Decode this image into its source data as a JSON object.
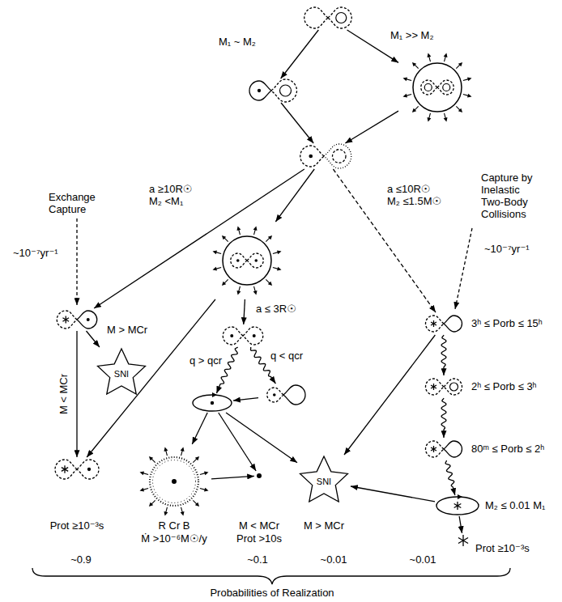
{
  "diagram": {
    "nodes": [
      {
        "text": []
      },
      {
        "text": []
      },
      {
        "text": []
      },
      {
        "text": []
      },
      {
        "text": []
      },
      {
        "text": []
      },
      {
        "text": []
      },
      {
        "text": [
          "3ʰ ≤ Porb ≤ 15ʰ"
        ]
      },
      {
        "text": [
          "SNI"
        ]
      },
      {
        "text": []
      },
      {
        "text": []
      },
      {
        "text": [
          "2ʰ ≤ Porb ≤ 3ʰ"
        ]
      },
      {
        "text": [
          "Prot ≥10⁻³s"
        ]
      },
      {
        "text": [
          "80ᵐ ≤ Porb ≤ 2ʰ"
        ]
      },
      {
        "text": [
          "R Cr B",
          "Ṁ >10⁻⁶M☉/y"
        ]
      },
      {
        "text": [
          "M < MCr",
          "Prot >10s"
        ]
      },
      {
        "text": [
          "SNI",
          "M > MCr"
        ]
      },
      {
        "text": [
          "M₂ ≤ 0.01 M₁"
        ]
      },
      {
        "text": [
          "Prot ≥10⁻³s"
        ]
      }
    ],
    "edges": [
      {
        "from": 0,
        "to": 1,
        "arrow": "to",
        "label": "M₁ ~ M₂"
      },
      {
        "from": 0,
        "to": 2,
        "arrow": "to",
        "label": "M₁ >> M₂"
      },
      {
        "from": 1,
        "to": 3,
        "arrow": "to"
      },
      {
        "from": 2,
        "to": 3,
        "arrow": "to"
      },
      {
        "from": 3,
        "to": 5,
        "arrow": "to",
        "label": "a ≥10R☉ M₂ <M₁"
      },
      {
        "from": 3,
        "to": 4,
        "arrow": "to"
      },
      {
        "from": 3,
        "to": 7,
        "arrow": "to",
        "label": "a ≤10R☉ M₂ ≤1.5M☉"
      },
      {
        "from": 5,
        "to": 8,
        "arrow": "to",
        "label": "M > MCr"
      },
      {
        "from": 5,
        "to": 12,
        "arrow": "to",
        "label": "M < MCr"
      },
      {
        "from": 4,
        "to": 12,
        "arrow": "to"
      },
      {
        "from": 4,
        "to": 6,
        "arrow": "to",
        "label": "a ≤ 3R☉"
      },
      {
        "from": 6,
        "to": 9,
        "arrow": "to",
        "label": "q > qcr"
      },
      {
        "from": 6,
        "to": 10,
        "arrow": "to",
        "label": "q < qcr"
      },
      {
        "from": 10,
        "to": 9,
        "arrow": "to"
      },
      {
        "from": 9,
        "to": 14,
        "arrow": "to"
      },
      {
        "from": 9,
        "to": 15,
        "arrow": "to"
      },
      {
        "from": 9,
        "to": 16,
        "arrow": "to"
      },
      {
        "from": 14,
        "to": 15,
        "arrow": "to"
      },
      {
        "from": 7,
        "to": 16,
        "arrow": "to"
      },
      {
        "from": 7,
        "to": 11,
        "arrow": "to"
      },
      {
        "from": 11,
        "to": 13,
        "arrow": "to"
      },
      {
        "from": 13,
        "to": 17,
        "arrow": "to"
      },
      {
        "from": 17,
        "to": 16,
        "arrow": "to"
      },
      {
        "from": 17,
        "to": 18,
        "arrow": "to"
      }
    ],
    "labels": [
      "Exchange Capture",
      "~10⁻⁷yr⁻¹",
      "Capture by Inelastic Two-Body Collisions",
      "~10⁻⁷yr⁻¹",
      "~0.9",
      "~0.1",
      "~0.01",
      "~0.01",
      "Probabilities of Realization"
    ]
  }
}
